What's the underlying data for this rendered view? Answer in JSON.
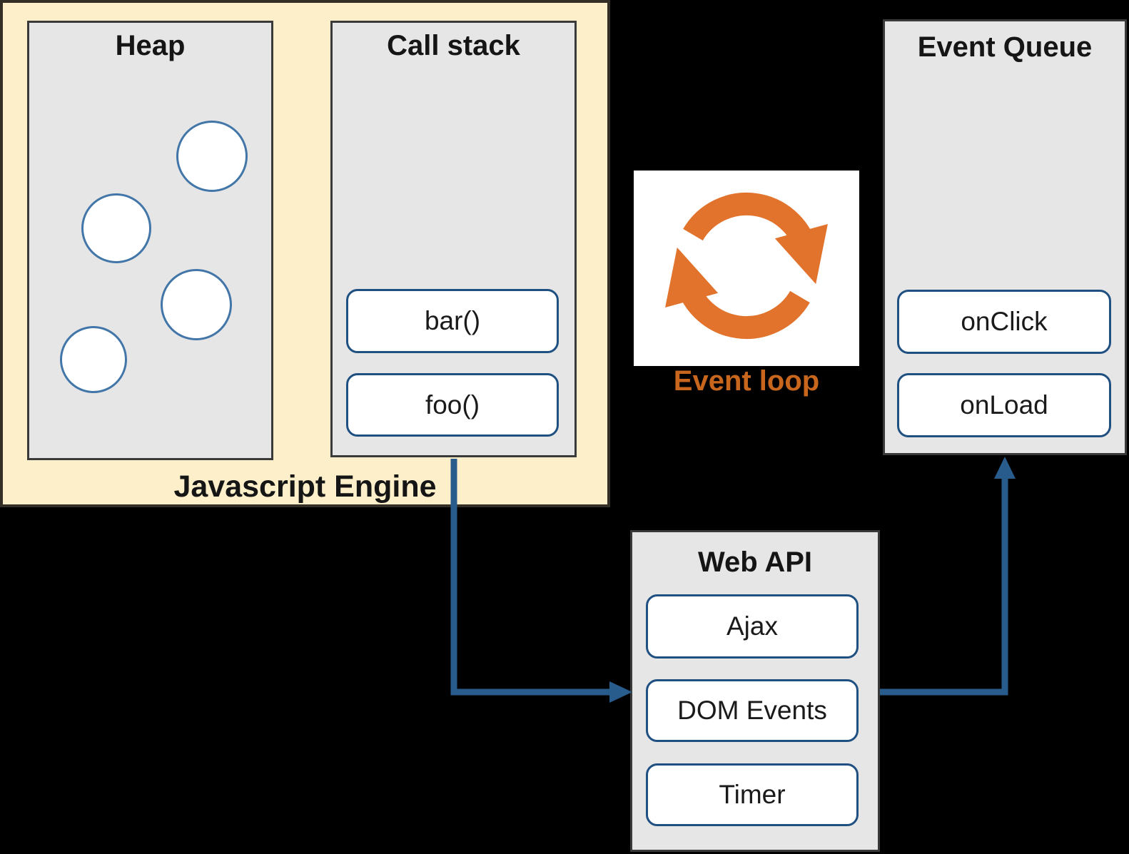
{
  "colors": {
    "background": "#000000",
    "engine_fill": "#FCEFC9",
    "engine_border": "#332E26",
    "panel_fill": "#E6E6E6",
    "panel_border": "#3A3A3A",
    "card_fill": "#FFFFFF",
    "card_border": "#1F5081",
    "circle_border": "#4276A8",
    "arrow": "#275C8D",
    "orange_icon": "#E2732C",
    "orange_text": "#C8661D"
  },
  "js_engine": {
    "label": "Javascript Engine",
    "heap": {
      "title": "Heap"
    },
    "call_stack": {
      "title": "Call stack",
      "frames": [
        "bar()",
        "foo()"
      ]
    }
  },
  "event_loop": {
    "label": "Event loop"
  },
  "event_queue": {
    "title": "Event Queue",
    "items": [
      "onClick",
      "onLoad"
    ]
  },
  "web_api": {
    "title": "Web API",
    "items": [
      "Ajax",
      "DOM Events",
      "Timer"
    ]
  }
}
